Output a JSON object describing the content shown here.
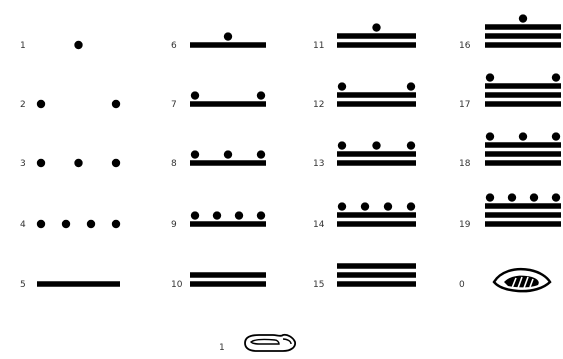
{
  "numbers": [
    {
      "label": "1",
      "value": 1,
      "dots": 1,
      "bars": 0
    },
    {
      "label": "2",
      "value": 2,
      "dots": 2,
      "bars": 0
    },
    {
      "label": "3",
      "value": 3,
      "dots": 3,
      "bars": 0
    },
    {
      "label": "4",
      "value": 4,
      "dots": 4,
      "bars": 0
    },
    {
      "label": "5",
      "value": 5,
      "dots": 0,
      "bars": 1
    },
    {
      "label": "6",
      "value": 6,
      "dots": 1,
      "bars": 1
    },
    {
      "label": "7",
      "value": 7,
      "dots": 2,
      "bars": 1
    },
    {
      "label": "8",
      "value": 8,
      "dots": 3,
      "bars": 1
    },
    {
      "label": "9",
      "value": 9,
      "dots": 4,
      "bars": 1
    },
    {
      "label": "10",
      "value": 10,
      "dots": 0,
      "bars": 2
    },
    {
      "label": "11",
      "value": 11,
      "dots": 1,
      "bars": 2
    },
    {
      "label": "12",
      "value": 12,
      "dots": 2,
      "bars": 2
    },
    {
      "label": "13",
      "value": 13,
      "dots": 3,
      "bars": 2
    },
    {
      "label": "14",
      "value": 14,
      "dots": 4,
      "bars": 2
    },
    {
      "label": "15",
      "value": 15,
      "dots": 0,
      "bars": 3
    },
    {
      "label": "16",
      "value": 16,
      "dots": 1,
      "bars": 3
    },
    {
      "label": "17",
      "value": 17,
      "dots": 2,
      "bars": 3
    },
    {
      "label": "18",
      "value": 18,
      "dots": 3,
      "bars": 3
    },
    {
      "label": "19",
      "value": 19,
      "dots": 4,
      "bars": 3
    },
    {
      "label": "0",
      "value": 0,
      "dots": 0,
      "bars": 0,
      "glyph": "shell-icon"
    }
  ],
  "extra": {
    "label": "1",
    "glyph": "hand-icon"
  }
}
